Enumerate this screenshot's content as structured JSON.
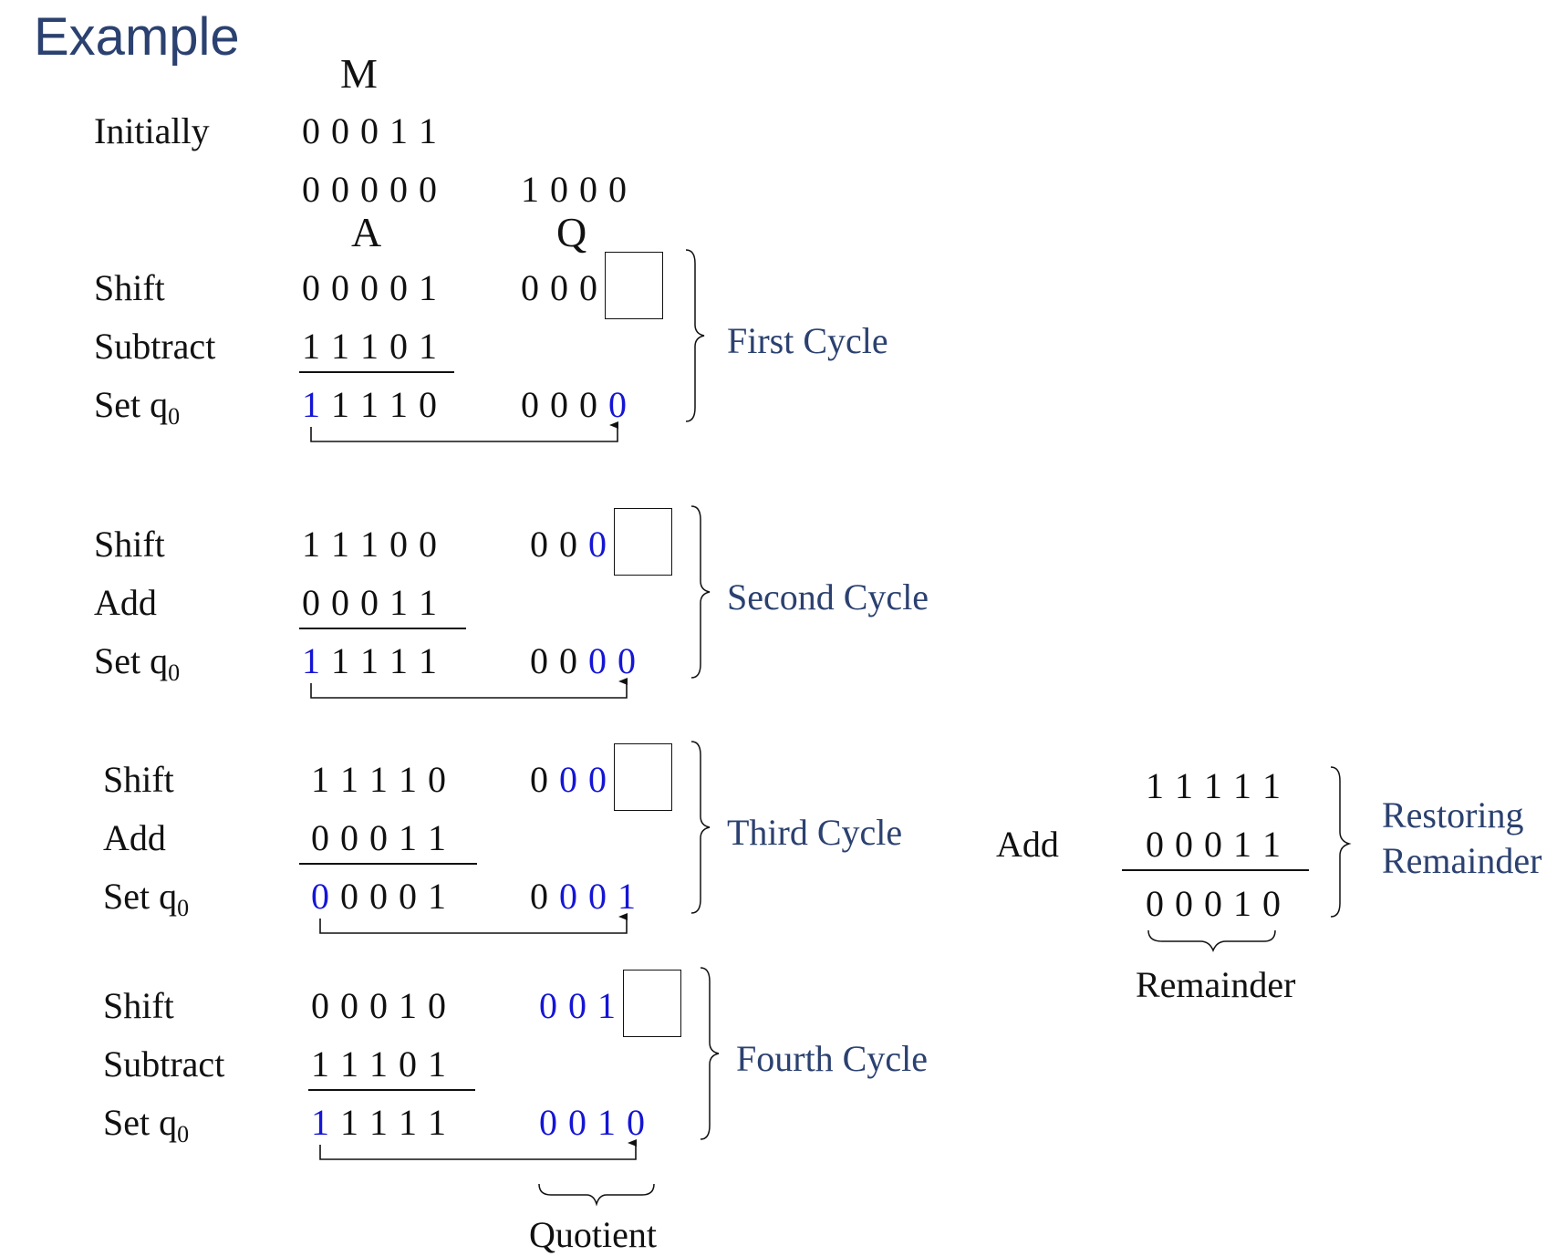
{
  "title": "Example",
  "headers": {
    "m": "M",
    "a": "A",
    "q": "Q"
  },
  "initially": {
    "label": "Initially",
    "m_bits": [
      "0",
      "0",
      "0",
      "1",
      "1"
    ],
    "a_bits": [
      "0",
      "0",
      "0",
      "0",
      "0"
    ],
    "q_bits": [
      "1",
      "0",
      "0",
      "0"
    ]
  },
  "labels": {
    "shift": "Shift",
    "subtract": "Subtract",
    "add": "Add",
    "set_q": "Set q",
    "set_q_sub": "0"
  },
  "cycles": [
    {
      "name": "First Cycle",
      "shift_bits": [
        "0",
        "0",
        "0",
        "0",
        "1"
      ],
      "shift_q": [
        "0",
        "0",
        "0"
      ],
      "shift_q_blue": [
        false,
        false,
        false
      ],
      "op": "Subtract",
      "op_bits": [
        "1",
        "1",
        "1",
        "0",
        "1"
      ],
      "result_bits": [
        "1",
        "1",
        "1",
        "1",
        "0"
      ],
      "result_blue": [
        true,
        false,
        false,
        false,
        false
      ],
      "result_q": [
        "0",
        "0",
        "0",
        "0"
      ],
      "result_q_blue": [
        false,
        false,
        false,
        true
      ]
    },
    {
      "name": "Second Cycle",
      "shift_bits": [
        "1",
        "1",
        "1",
        "0",
        "0"
      ],
      "shift_q": [
        "0",
        "0",
        "0"
      ],
      "shift_q_blue": [
        false,
        false,
        true
      ],
      "op": "Add",
      "op_bits": [
        "0",
        "0",
        "0",
        "1",
        "1"
      ],
      "result_bits": [
        "1",
        "1",
        "1",
        "1",
        "1"
      ],
      "result_blue": [
        true,
        false,
        false,
        false,
        false
      ],
      "result_q": [
        "0",
        "0",
        "0",
        "0"
      ],
      "result_q_blue": [
        false,
        false,
        true,
        true
      ]
    },
    {
      "name": "Third Cycle",
      "shift_bits": [
        "1",
        "1",
        "1",
        "1",
        "0"
      ],
      "shift_q": [
        "0",
        "0",
        "0"
      ],
      "shift_q_blue": [
        false,
        true,
        true
      ],
      "op": "Add",
      "op_bits": [
        "0",
        "0",
        "0",
        "1",
        "1"
      ],
      "result_bits": [
        "0",
        "0",
        "0",
        "0",
        "1"
      ],
      "result_blue": [
        true,
        false,
        false,
        false,
        false
      ],
      "result_q": [
        "0",
        "0",
        "0",
        "1"
      ],
      "result_q_blue": [
        false,
        true,
        true,
        true
      ]
    },
    {
      "name": "Fourth Cycle",
      "shift_bits": [
        "0",
        "0",
        "0",
        "1",
        "0"
      ],
      "shift_q": [
        "0",
        "0",
        "1"
      ],
      "shift_q_blue": [
        true,
        true,
        true
      ],
      "op": "Subtract",
      "op_bits": [
        "1",
        "1",
        "1",
        "0",
        "1"
      ],
      "result_bits": [
        "1",
        "1",
        "1",
        "1",
        "1"
      ],
      "result_blue": [
        true,
        false,
        false,
        false,
        false
      ],
      "result_q": [
        "0",
        "0",
        "1",
        "0"
      ],
      "result_q_blue": [
        true,
        true,
        true,
        true
      ]
    }
  ],
  "quotient_label": "Quotient",
  "restoring": {
    "op": "Add",
    "a_bits": [
      "1",
      "1",
      "1",
      "1",
      "1"
    ],
    "m_bits": [
      "0",
      "0",
      "0",
      "1",
      "1"
    ],
    "result_bits": [
      "0",
      "0",
      "0",
      "1",
      "0"
    ],
    "label_line1": "Restoring",
    "label_line2": "Remainder",
    "remainder_label": "Remainder"
  }
}
